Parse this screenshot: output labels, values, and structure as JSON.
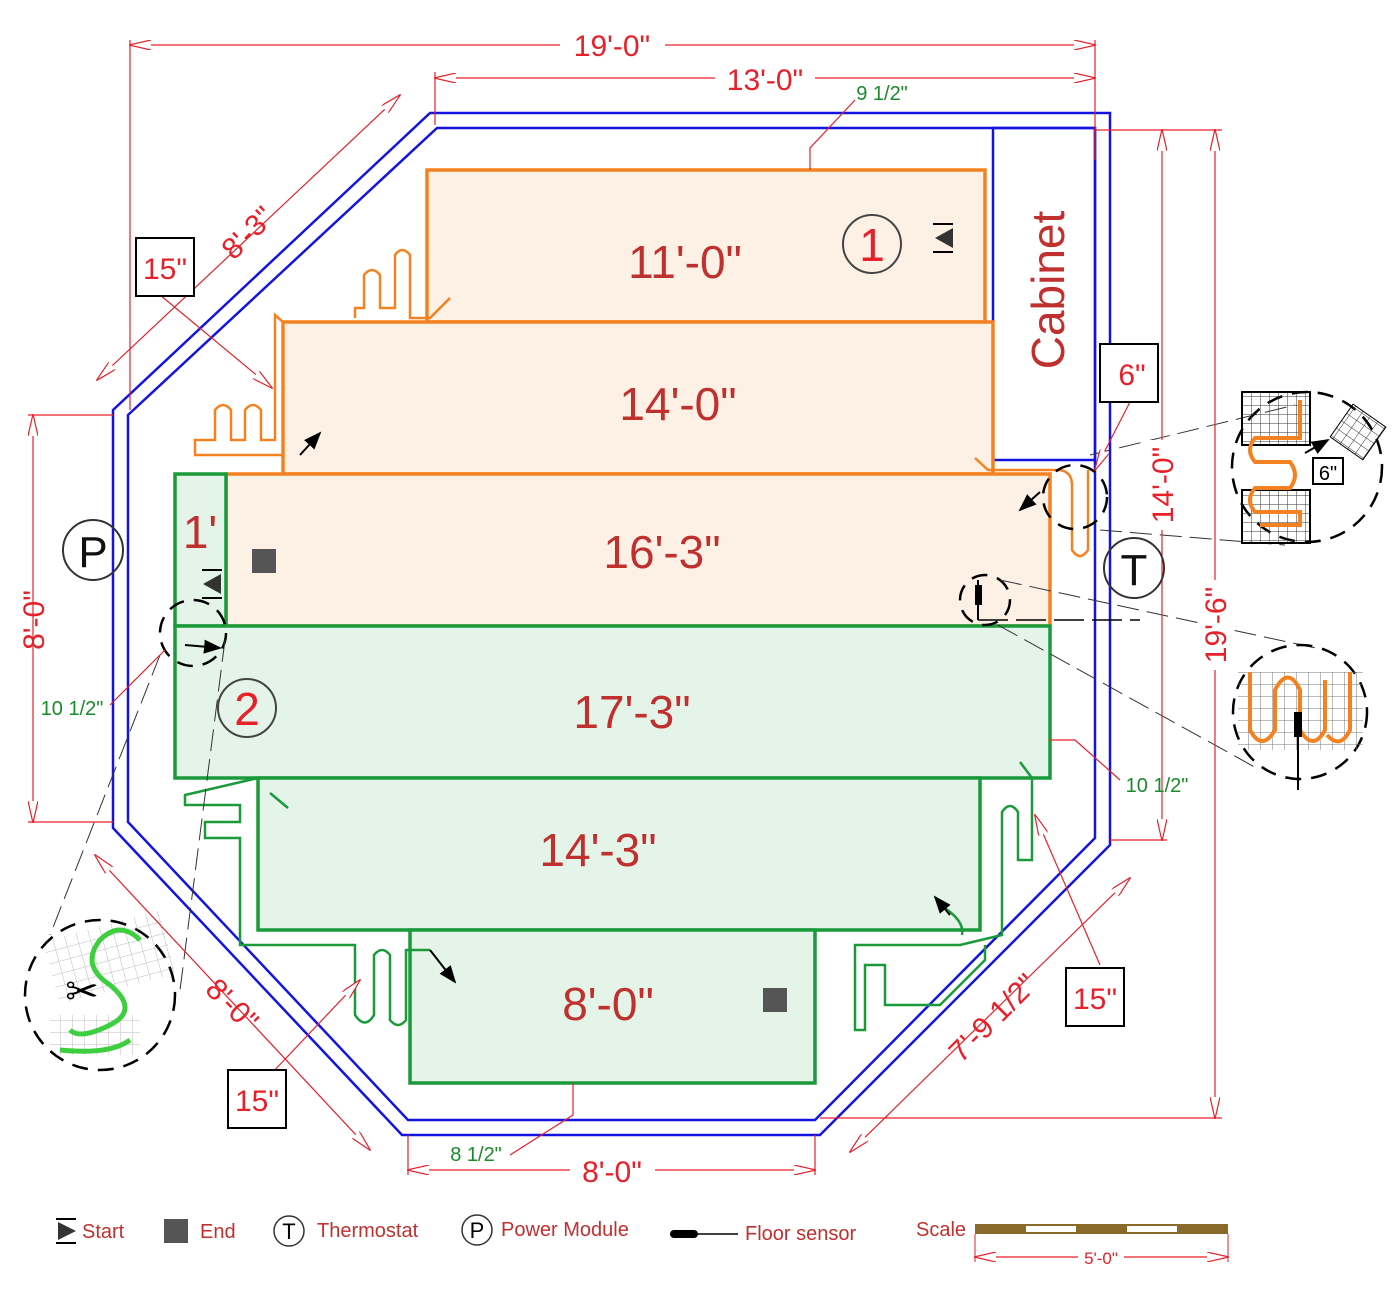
{
  "dimensions": {
    "overall_width": "19'-0\"",
    "top_wall": "13'-0\"",
    "top_gap": "9 1/2\"",
    "left_wall": "8'-0\"",
    "right_cabinet_side": "14'-0\"",
    "overall_height": "19'-6\"",
    "top_left_diagonal": "8'-3\"",
    "bottom_left_diagonal": "8'-0\"",
    "bottom_right_diagonal": "7'-9 1/2\"",
    "bottom_wall": "8'-0\"",
    "bottom_gap": "8 1/2\"",
    "left_gap": "10 1/2\"",
    "right_gap": "10 1/2\""
  },
  "boxes": [
    "15\"",
    "6\"",
    "15\"",
    "15\"",
    "6\""
  ],
  "rooms": {
    "cabinet": "Cabinet",
    "mats": [
      {
        "length": "11'-0\"",
        "zone": "orange"
      },
      {
        "length": "14'-0\"",
        "zone": "orange"
      },
      {
        "length": "16'-3\"",
        "zone": "orange"
      },
      {
        "length": "1'",
        "zone": "green"
      },
      {
        "length": "17'-3\"",
        "zone": "green"
      },
      {
        "length": "14'-3\"",
        "zone": "green"
      },
      {
        "length": "8'-0\"",
        "zone": "green"
      }
    ]
  },
  "markers": {
    "zone1": "1",
    "zone2": "2",
    "power": "P",
    "thermostat": "T"
  },
  "legend": {
    "start": "Start",
    "end": "End",
    "thermostat_symbol": "T",
    "thermostat": "Thermostat",
    "power_symbol": "P",
    "power": "Power Module",
    "sensor": "Floor sensor",
    "scale": "Scale",
    "scale_length": "5'-0\""
  },
  "colors": {
    "zone1": "#f58220",
    "zone2": "#1a9a3a",
    "wall": "#1414e0",
    "dimension": "#e8202a"
  }
}
